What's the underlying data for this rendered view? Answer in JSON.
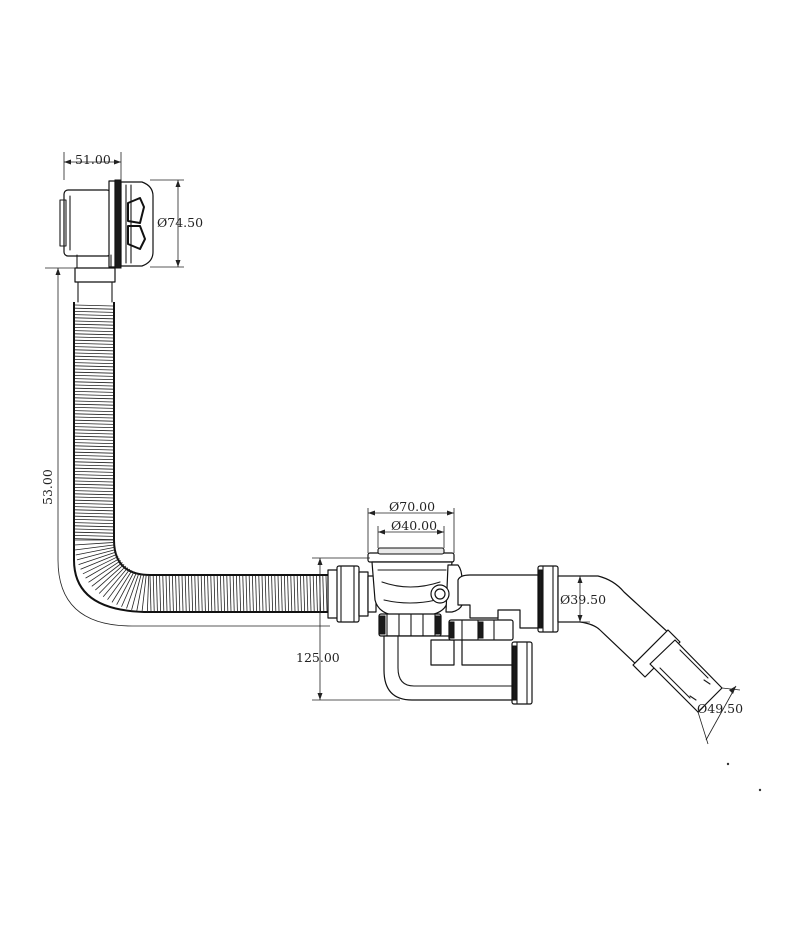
{
  "dimensions": {
    "top_width": "51.00",
    "overflow_diameter": "Ø74.50",
    "vertical_length": "53.00",
    "drain_outer_diameter": "Ø70.00",
    "drain_inner_diameter": "Ø40.00",
    "depth": "125.00",
    "outlet_diameter": "Ø39.50",
    "end_diameter": "Ø49.50"
  },
  "colors": {
    "line": "#1a1a1a",
    "background": "#ffffff"
  }
}
